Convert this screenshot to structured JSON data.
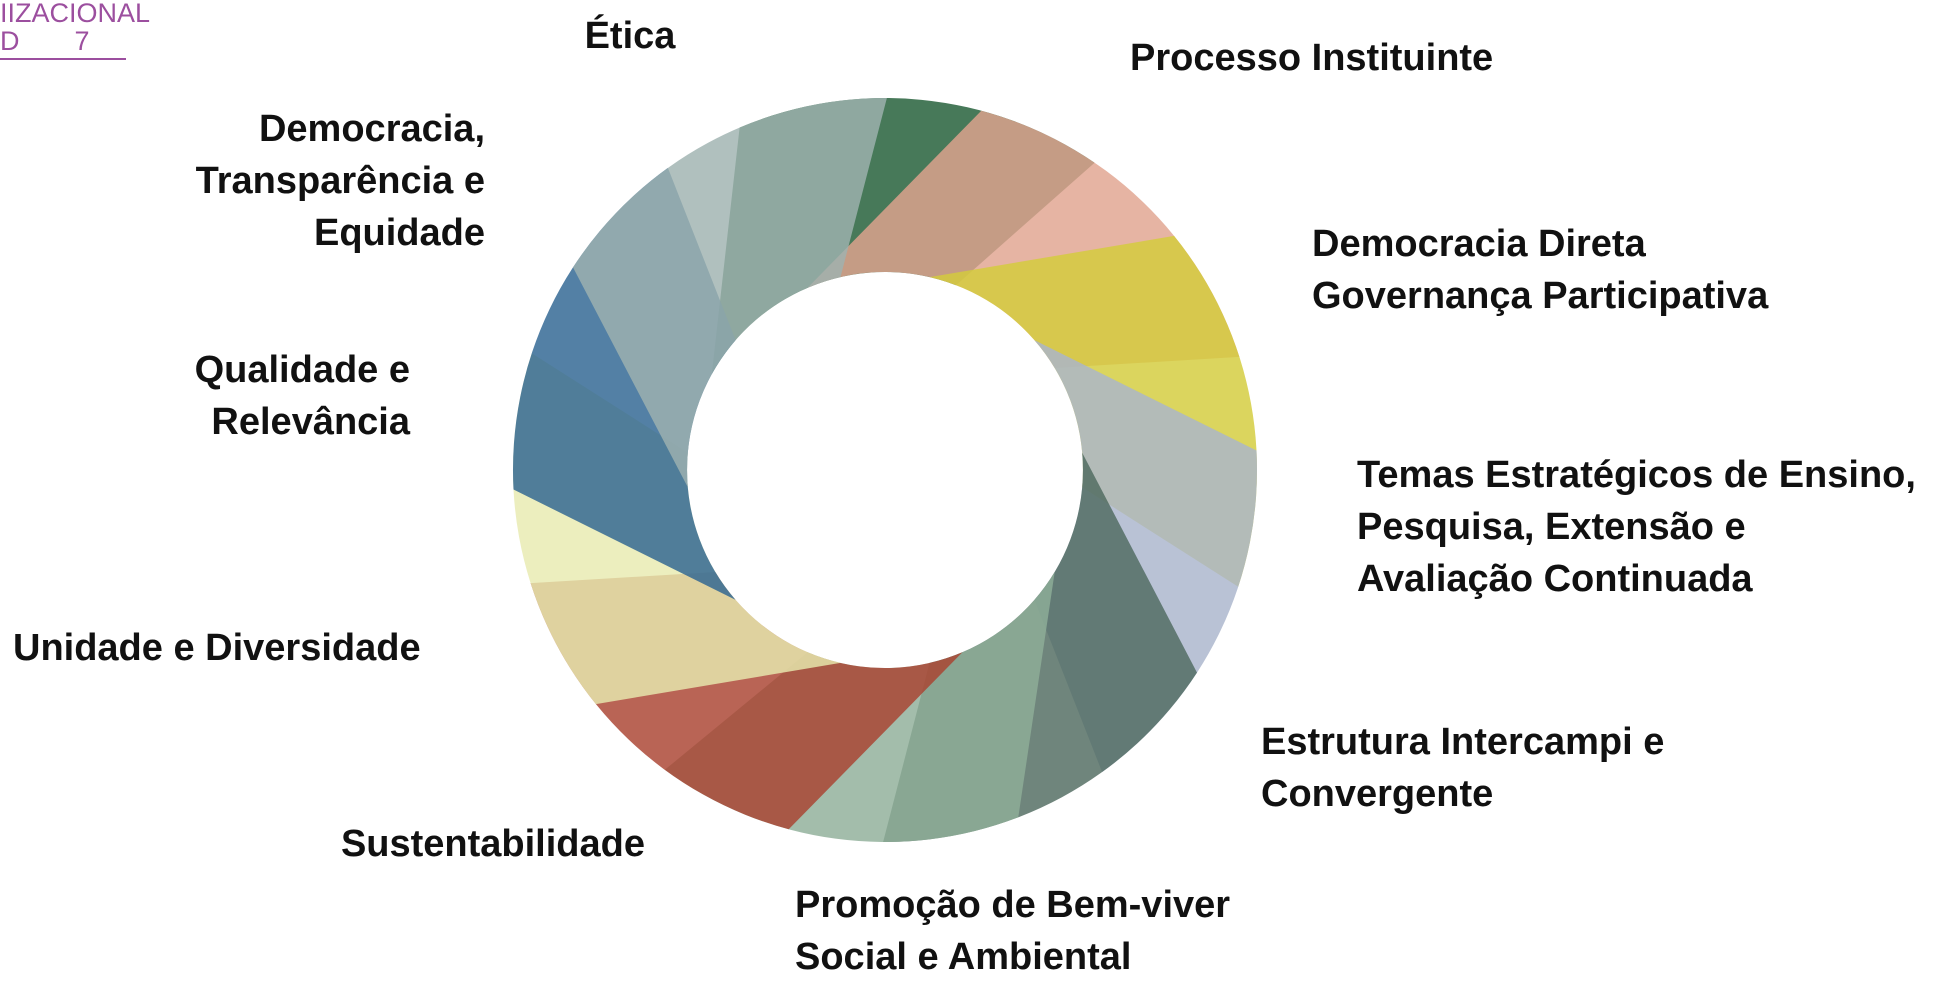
{
  "logo": {
    "line1": "IIZACIONAL",
    "line2": "D7",
    "color": "#9c4f9f"
  },
  "diagram": {
    "colors": {
      "etica": "#1f5c35",
      "processo": "#e1a48f",
      "democracia_direta": "#d3cc3a",
      "temas": "#a9b4cc",
      "estrutura": "#4f6a5f",
      "promocao": "#8fae98",
      "sustentabilidade": "#a9422f",
      "unidade": "#e8eab0",
      "qualidade": "#2d6491",
      "democracia_transparencia": "#9fb2b0"
    },
    "labels": {
      "etica": "Ética",
      "processo": "Processo Instituinte",
      "democracia_direta": "Democracia Direta\nGovernança Participativa",
      "temas": "Temas Estratégicos de Ensino,\nPesquisa, Extensão e\nAvaliação Continuada",
      "estrutura": "Estrutura Intercampi e\nConvergente",
      "promocao": "Promoção de Bem-viver\nSocial e Ambiental",
      "sustentabilidade": "Sustentabilidade",
      "unidade": "Unidade e Diversidade",
      "qualidade": "Qualidade e\nRelevância",
      "democracia_transparencia": "Democracia,\nTransparência e\nEquidade"
    }
  }
}
